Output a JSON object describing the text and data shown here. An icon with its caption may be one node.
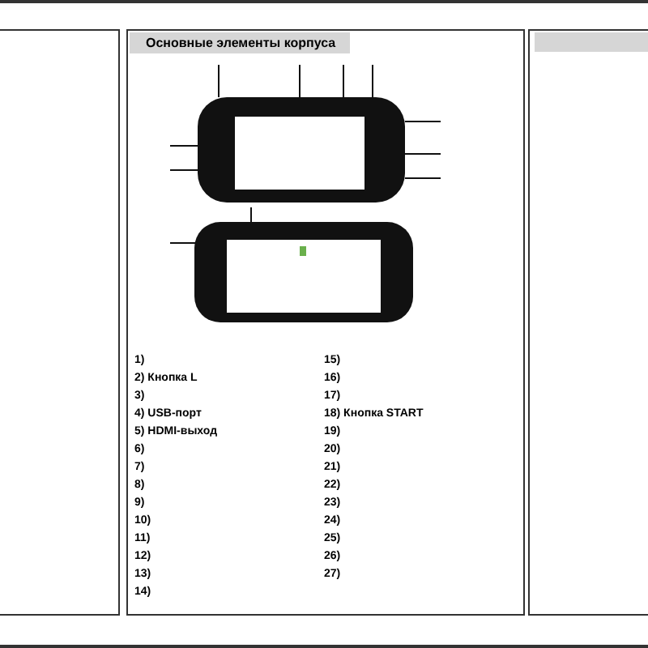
{
  "diagram": {
    "title": "Основные элементы корпуса",
    "labels": [
      "1)",
      "2) Кнопка L",
      "3)",
      "4) USB-порт",
      "5) HDMI-выход",
      "6)",
      "7)",
      "8)",
      "9)",
      "10)",
      "11)",
      "12)",
      "13)",
      "14)",
      "15)",
      "16)",
      "17)",
      "18) Кнопка START",
      "19)",
      "20)",
      "21)",
      "22)",
      "23)",
      "24)",
      "25)",
      "26)",
      "27)"
    ]
  }
}
